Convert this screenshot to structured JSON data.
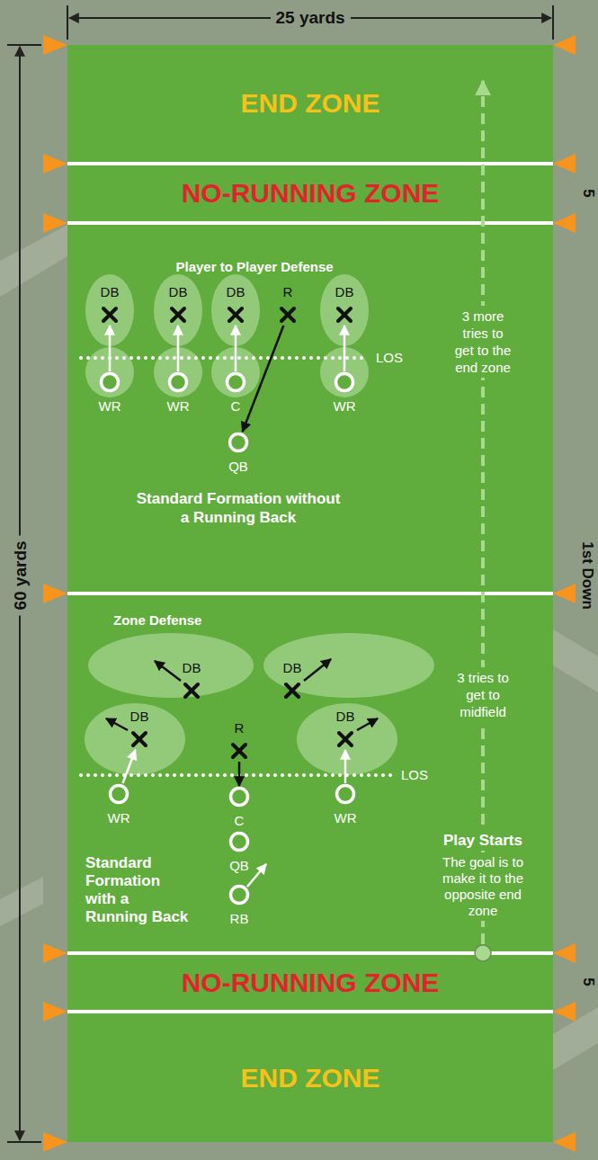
{
  "diagram": {
    "nodes": [
      {
        "text": [
          "END ZONE"
        ]
      },
      {
        "text": [
          "NO-RUNNING ZONE"
        ]
      },
      {
        "text": [
          "DB"
        ]
      },
      {
        "text": [
          "DB"
        ]
      },
      {
        "text": [
          "DB"
        ]
      },
      {
        "text": [
          "R"
        ]
      },
      {
        "text": [
          "DB"
        ]
      },
      {
        "text": [
          "WR"
        ]
      },
      {
        "text": [
          "WR"
        ]
      },
      {
        "text": [
          "C"
        ]
      },
      {
        "text": [
          "WR"
        ]
      },
      {
        "text": [
          "QB"
        ]
      },
      {
        "text": [
          "DB"
        ]
      },
      {
        "text": [
          "DB"
        ]
      },
      {
        "text": [
          "DB"
        ]
      },
      {
        "text": [
          "R"
        ]
      },
      {
        "text": [
          "DB"
        ]
      },
      {
        "text": [
          "WR"
        ]
      },
      {
        "text": [
          "C"
        ]
      },
      {
        "text": [
          "WR"
        ]
      },
      {
        "text": [
          "QB"
        ]
      },
      {
        "text": [
          "RB"
        ]
      },
      {
        "text": [
          "NO-RUNNING ZONE"
        ]
      },
      {
        "text": [
          "END ZONE"
        ]
      }
    ],
    "edges": [
      {
        "from": 7,
        "to": 2,
        "arrow": "to"
      },
      {
        "from": 8,
        "to": 3,
        "arrow": "to"
      },
      {
        "from": 9,
        "to": 4,
        "arrow": "to"
      },
      {
        "from": 10,
        "to": 6,
        "arrow": "to"
      },
      {
        "from": 5,
        "to": 11,
        "arrow": "to"
      },
      {
        "from": 15,
        "to": 18,
        "arrow": "to"
      },
      {
        "from": 17,
        "to": 14,
        "arrow": "to"
      },
      {
        "from": 19,
        "to": 16,
        "arrow": "to"
      }
    ],
    "labels": [
      "25 yards",
      "60 yards",
      "5",
      "Player to Player Defense",
      "3 more tries to get to the end zone",
      "LOS",
      "Standard Formation without a Running Back",
      "1st Down",
      "Zone Defense",
      "3 tries to get to midfield",
      "LOS",
      "Standard Formation with a Running Back",
      "Play Starts",
      "The goal is to make it to the opposite end zone",
      "5"
    ]
  }
}
